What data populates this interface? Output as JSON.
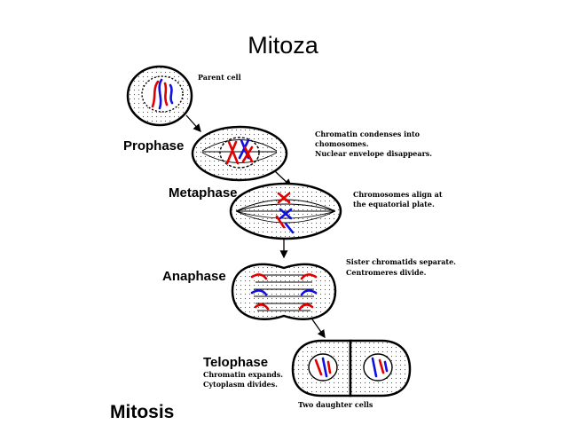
{
  "title": "Mitoza",
  "main_label": "Mitosis",
  "stages": {
    "parent": "Parent cell",
    "prophase": "Prophase",
    "metaphase": "Metaphase",
    "anaphase": "Anaphase",
    "telophase": "Telophase",
    "daughter": "Two daughter cells"
  },
  "notes": {
    "prophase_1": "Chromatin condenses into",
    "prophase_2": "chomosomes.",
    "prophase_3": "Nuclear envelope disappears.",
    "metaphase_1": "Chromosomes align at",
    "metaphase_2": "the equatorial plate.",
    "anaphase_1": "Sister chromatids separate.",
    "anaphase_2": "Centromeres divide.",
    "telophase_1": "Chromatin expands.",
    "telophase_2": "Cytoplasm divides."
  },
  "colors": {
    "chromosome_a": "#e00000",
    "chromosome_b": "#1010e0"
  }
}
